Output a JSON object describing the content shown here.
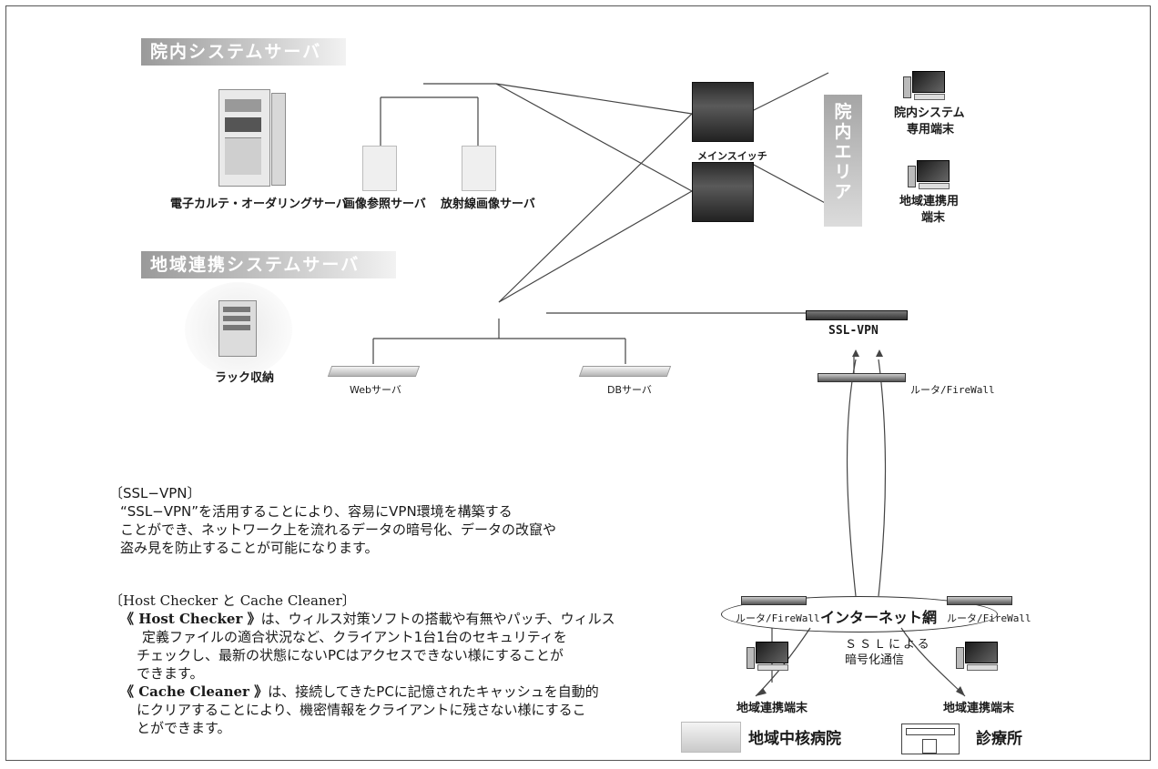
{
  "banners": {
    "in_hospital_servers": "院内システムサーバ",
    "regional_servers": "地域連携システムサーバ",
    "in_hospital_area": "院内エリア"
  },
  "servers": {
    "emr": "電子カルテ・オーダリングサーバ",
    "image_ref": "画像参照サーバ",
    "radiology": "放射線画像サーバ",
    "rack": "ラック収納",
    "web": "Webサーバ",
    "db": "DBサーバ"
  },
  "network": {
    "main_switch": "メインスイッチ",
    "ssl_vpn": "SSL-VPN",
    "router_fw": "ルータ/FireWall",
    "internet": "インターネット網",
    "ssl_line1": "ＳＳＬによる",
    "ssl_line2": "暗号化通信"
  },
  "terminals": {
    "in_hospital_l1": "院内システム",
    "in_hospital_l2": "専用端末",
    "regional_l1": "地域連携用",
    "regional_l2": "端末"
  },
  "sites": {
    "left_router": "ルータ/FireWall",
    "left_terminal": "地域連携端末",
    "left_site": "地域中核病院",
    "right_router": "ルータ/FireWall",
    "right_terminal": "地域連携端末",
    "right_site": "診療所"
  },
  "notes": {
    "ssl_heading": "〔SSL−VPN〕",
    "ssl_l1": "“SSL−VPN”を活用することにより、容易にVPN環境を構築する",
    "ssl_l2": "ことができ、ネットワーク上を流れるデータの暗号化、データの改竄や",
    "ssl_l3": "盗み見を防止することが可能になります。",
    "hc_heading": "〔Host Checker と Cache Cleaner〕",
    "hc_l1_term": "《 Host Checker 》",
    "hc_l1_rest": "は、ウィルス対策ソフトの搭載や有無やパッチ、ウィルス",
    "hc_l2": "定義ファイルの適合状況など、クライアント1台1台のセキュリティを",
    "hc_l3": "チェックし、最新の状態にないPCはアクセスできない様にすることが",
    "hc_l4": "できます。",
    "cc_l1_term": "《 Cache Cleaner 》",
    "cc_l1_rest": "は、接続してきたPCに記憶されたキャッシュを自動的",
    "cc_l2": "にクリアすることにより、機密情報をクライアントに残さない様にするこ",
    "cc_l3": "とができます。"
  },
  "colors": {
    "line": "#444444",
    "banner_dark": "#9a9a9a",
    "device_dark": "#2b2b2b"
  }
}
